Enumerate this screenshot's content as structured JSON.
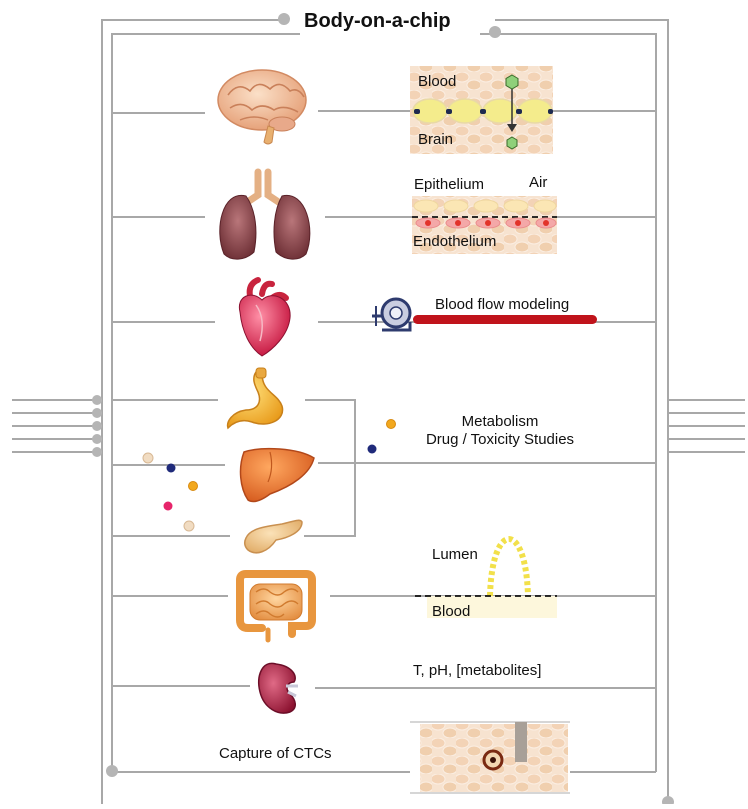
{
  "title": "Body-on-a-chip",
  "brain_panel": {
    "top_label": "Blood",
    "bottom_label": "Brain"
  },
  "lung_panel": {
    "epithelium_label": "Epithelium",
    "air_label": "Air",
    "endothelium_label": "Endothelium"
  },
  "heart_panel": {
    "label": "Blood flow modeling"
  },
  "digestive_panel": {
    "line1": "Metabolism",
    "line2": "Drug / Toxicity Studies"
  },
  "intestine_panel": {
    "lumen_label": "Lumen",
    "blood_label": "Blood"
  },
  "kidney_panel": {
    "label": "T, pH, [metabolites]"
  },
  "ctc_panel": {
    "label": "Capture of CTCs"
  },
  "organs": [
    "brain-icon",
    "lungs-icon",
    "heart-icon",
    "stomach-icon",
    "liver-icon",
    "pancreas-icon",
    "intestine-icon",
    "kidney-icon"
  ],
  "colors": {
    "line": "#a8a8a8",
    "node": "#b5b5b5",
    "blood_vessel": "#c0131b",
    "tissue": "#f6dcc4",
    "membrane_cell": "#f4ec8c",
    "lumen_villus": "#f2e04a",
    "pump": "#2e3b6e"
  }
}
